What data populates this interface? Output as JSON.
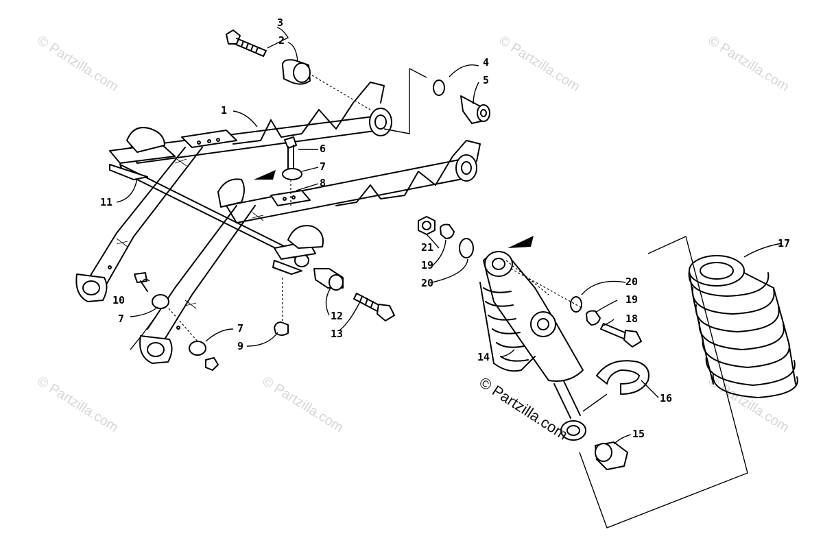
{
  "watermark": {
    "text": "© Partzilla.com",
    "color": "#d6d6d6"
  },
  "center_watermark": {
    "text": "© Partzilla.com",
    "color": "#111111"
  },
  "callouts": [
    {
      "id": "c3",
      "label": "3"
    },
    {
      "id": "c2",
      "label": "2"
    },
    {
      "id": "c4",
      "label": "4"
    },
    {
      "id": "c5",
      "label": "5"
    },
    {
      "id": "c1",
      "label": "1"
    },
    {
      "id": "c6",
      "label": "6"
    },
    {
      "id": "c7a",
      "label": "7"
    },
    {
      "id": "c8",
      "label": "8"
    },
    {
      "id": "c11",
      "label": "11"
    },
    {
      "id": "c21",
      "label": "21"
    },
    {
      "id": "c19a",
      "label": "19"
    },
    {
      "id": "c20a",
      "label": "20"
    },
    {
      "id": "c17",
      "label": "17"
    },
    {
      "id": "c10",
      "label": "10"
    },
    {
      "id": "c7b",
      "label": "7"
    },
    {
      "id": "c12",
      "label": "12"
    },
    {
      "id": "c13",
      "label": "13"
    },
    {
      "id": "c20b",
      "label": "20"
    },
    {
      "id": "c19b",
      "label": "19"
    },
    {
      "id": "c18",
      "label": "18"
    },
    {
      "id": "c7c",
      "label": "7"
    },
    {
      "id": "c9",
      "label": "9"
    },
    {
      "id": "c14",
      "label": "14"
    },
    {
      "id": "c16",
      "label": "16"
    },
    {
      "id": "c15",
      "label": "15"
    }
  ]
}
